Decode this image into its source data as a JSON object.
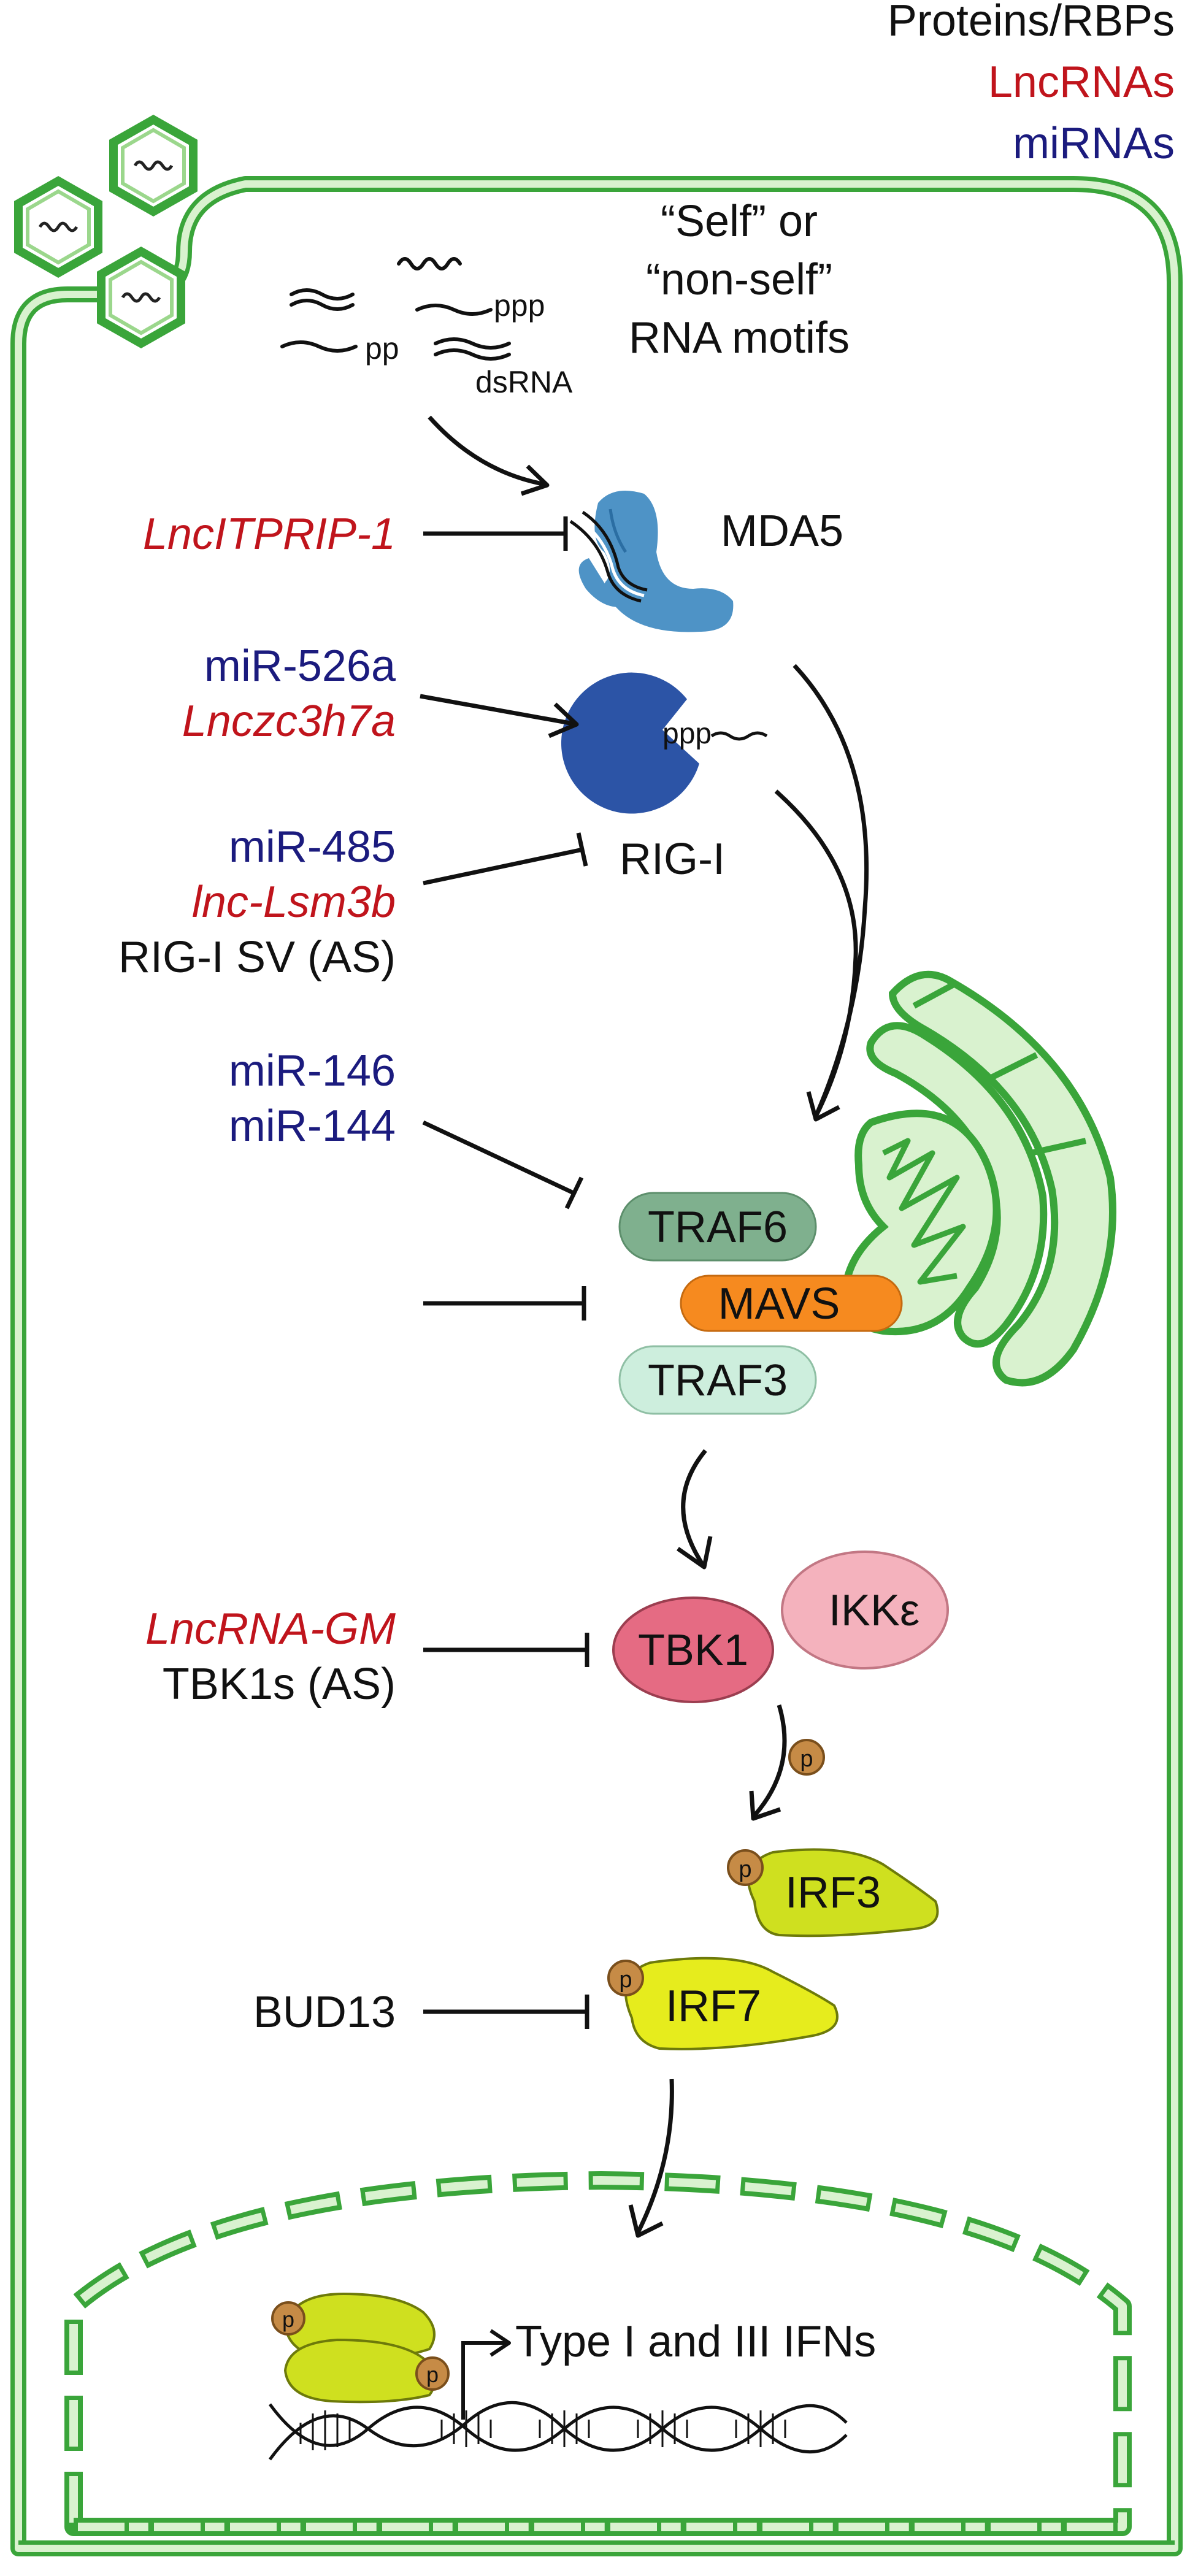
{
  "legend": {
    "proteins": "Proteins/RBPs",
    "lncrnas": "LncRNAs",
    "mirnas": "miRNAs"
  },
  "colors": {
    "membrane": "#3aa53a",
    "membrane_fill": "#d9f2cf",
    "lncrna": "#c0141c",
    "mirna": "#1b1b7e",
    "protein_text": "#111111",
    "mda5": "#4e93c6",
    "rigi": "#2c54a6",
    "traf6": "#7fb08e",
    "mavs": "#f68a1f",
    "traf3": "#cdeedd",
    "tbk1": "#e56b83",
    "ikke": "#f4b2bd",
    "irf3": "#cfe01f",
    "irf7": "#e6ec1d",
    "phospho": "#c68b46"
  },
  "rna_motifs": {
    "caption_line1": "“Self” or",
    "caption_line2": "“non-self”",
    "caption_line3": "RNA motifs",
    "pp": "pp",
    "ppp": "ppp",
    "dsrna": "dsRNA"
  },
  "proteins": {
    "mda5": "MDA5",
    "rigi": "RIG-I",
    "rigi_ppp": "ppp",
    "traf6": "TRAF6",
    "mavs": "MAVS",
    "traf3": "TRAF3",
    "tbk1": "TBK1",
    "ikke": "IKKε",
    "irf3": "IRF3",
    "irf7": "IRF7",
    "p": "p"
  },
  "regulators": {
    "lncitprip": "LncITPRIP-1",
    "mir526a": "miR-526a",
    "lnczc3h7a": "Lnczc3h7a",
    "mir485": "miR-485",
    "lnclsm3b": "lnc-Lsm3b",
    "rigisv": "RIG-I SV (AS)",
    "mir146": "miR-146",
    "mir144": "miR-144",
    "lncrnagm": "LncRNA-GM",
    "tbk1s": "TBK1s (AS)",
    "bud13": "BUD13"
  },
  "nucleus": {
    "output": "Type I and III IFNs"
  }
}
